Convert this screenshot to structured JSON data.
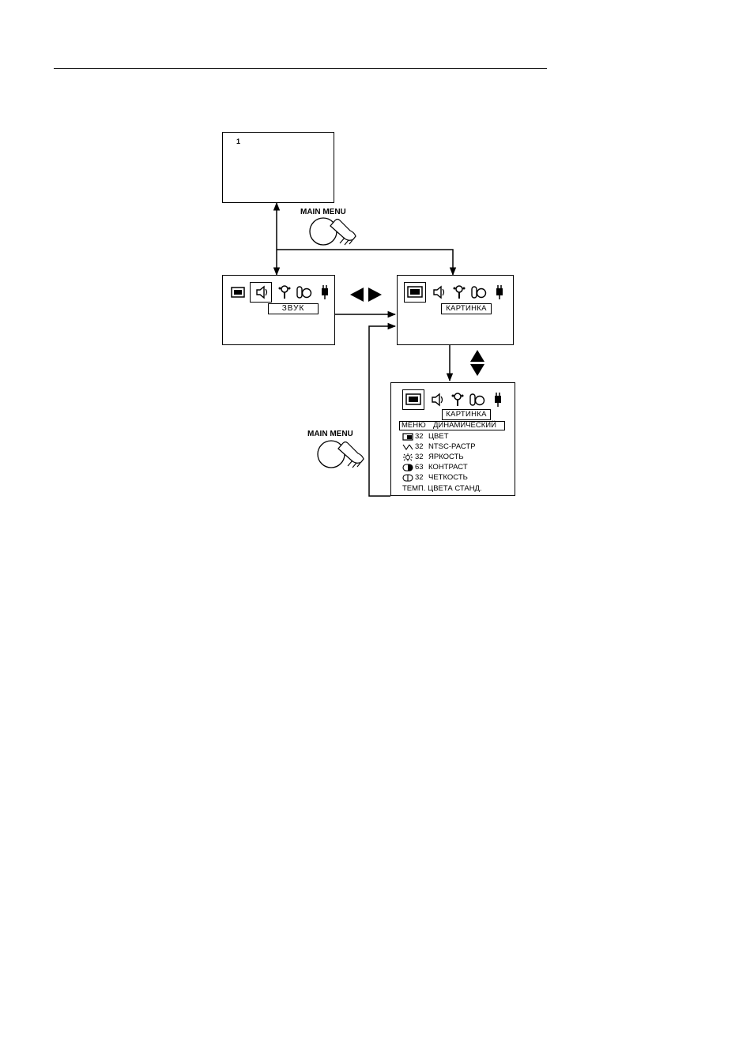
{
  "screen_top": {
    "channel": "1"
  },
  "main_menu_top": "MAIN MENU",
  "screen_sound": {
    "label": "ЗВУК",
    "icons": [
      "picture-icon",
      "sound-icon",
      "remote-icon",
      "timer-icon",
      "plug-icon"
    ]
  },
  "screen_picture": {
    "label": "КАРТИНКА",
    "icons": [
      "picture-icon",
      "sound-icon",
      "remote-icon",
      "timer-icon",
      "plug-icon"
    ]
  },
  "screen_picture_menu": {
    "label": "КАРТИНКА",
    "mode_row": {
      "key": "МЕНЮ",
      "value": "ДИНАМИЧЕСКИЙ"
    },
    "rows": [
      {
        "icon": "color-icon",
        "value": "32",
        "name": "ЦВЕТ"
      },
      {
        "icon": "tint-icon",
        "value": "32",
        "name": "NTSC-РАСТР"
      },
      {
        "icon": "brightness-icon",
        "value": "32",
        "name": "ЯРКОСТЬ"
      },
      {
        "icon": "contrast-icon",
        "value": "63",
        "name": "КОНТРАСТ"
      },
      {
        "icon": "sharpness-icon",
        "value": "32",
        "name": "ЧЕТКОСТЬ"
      }
    ],
    "temp_row": "ТЕМП. ЦВЕТА СТАНД."
  },
  "main_menu_bottom": "MAIN MENU",
  "nav": {
    "left_right": "left-right-arrows-icon",
    "up_down": "up-down-arrows-icon"
  }
}
